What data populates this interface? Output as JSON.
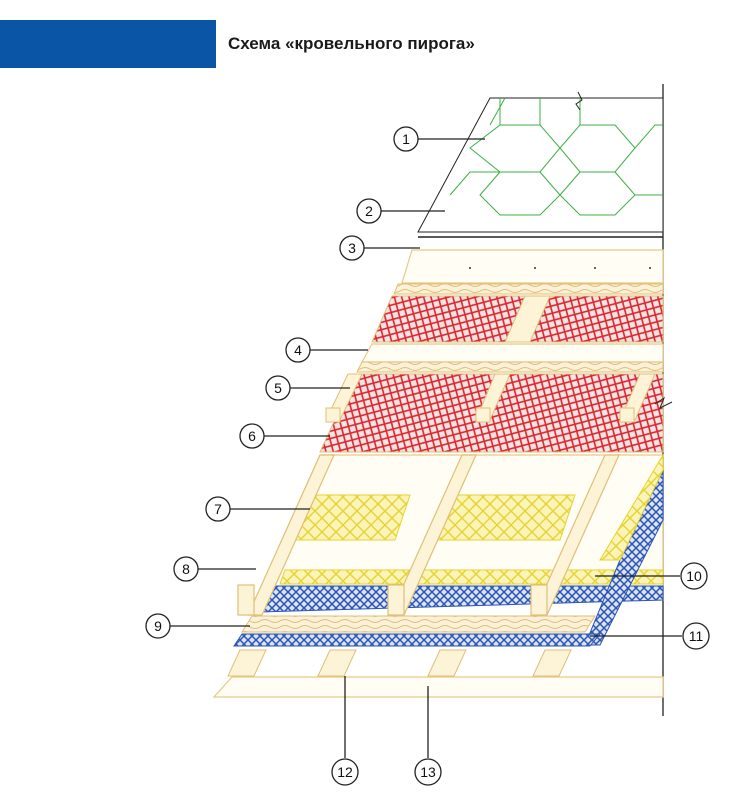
{
  "header": {
    "title": "Схема «кровельного пирога»",
    "bar_color": "#0a55a5"
  },
  "colors": {
    "wood": "#e6c987",
    "shingle": "#3cb043",
    "membrane_red": "#d9262c",
    "insulation_yellow": "#f2e24a",
    "vapor_blue": "#2a55b5",
    "line": "#222222"
  },
  "callouts": [
    {
      "label": "1"
    },
    {
      "label": "2"
    },
    {
      "label": "3"
    },
    {
      "label": "4"
    },
    {
      "label": "5"
    },
    {
      "label": "6"
    },
    {
      "label": "7"
    },
    {
      "label": "8"
    },
    {
      "label": "9"
    },
    {
      "label": "10"
    },
    {
      "label": "11"
    },
    {
      "label": "12"
    },
    {
      "label": "13"
    }
  ]
}
